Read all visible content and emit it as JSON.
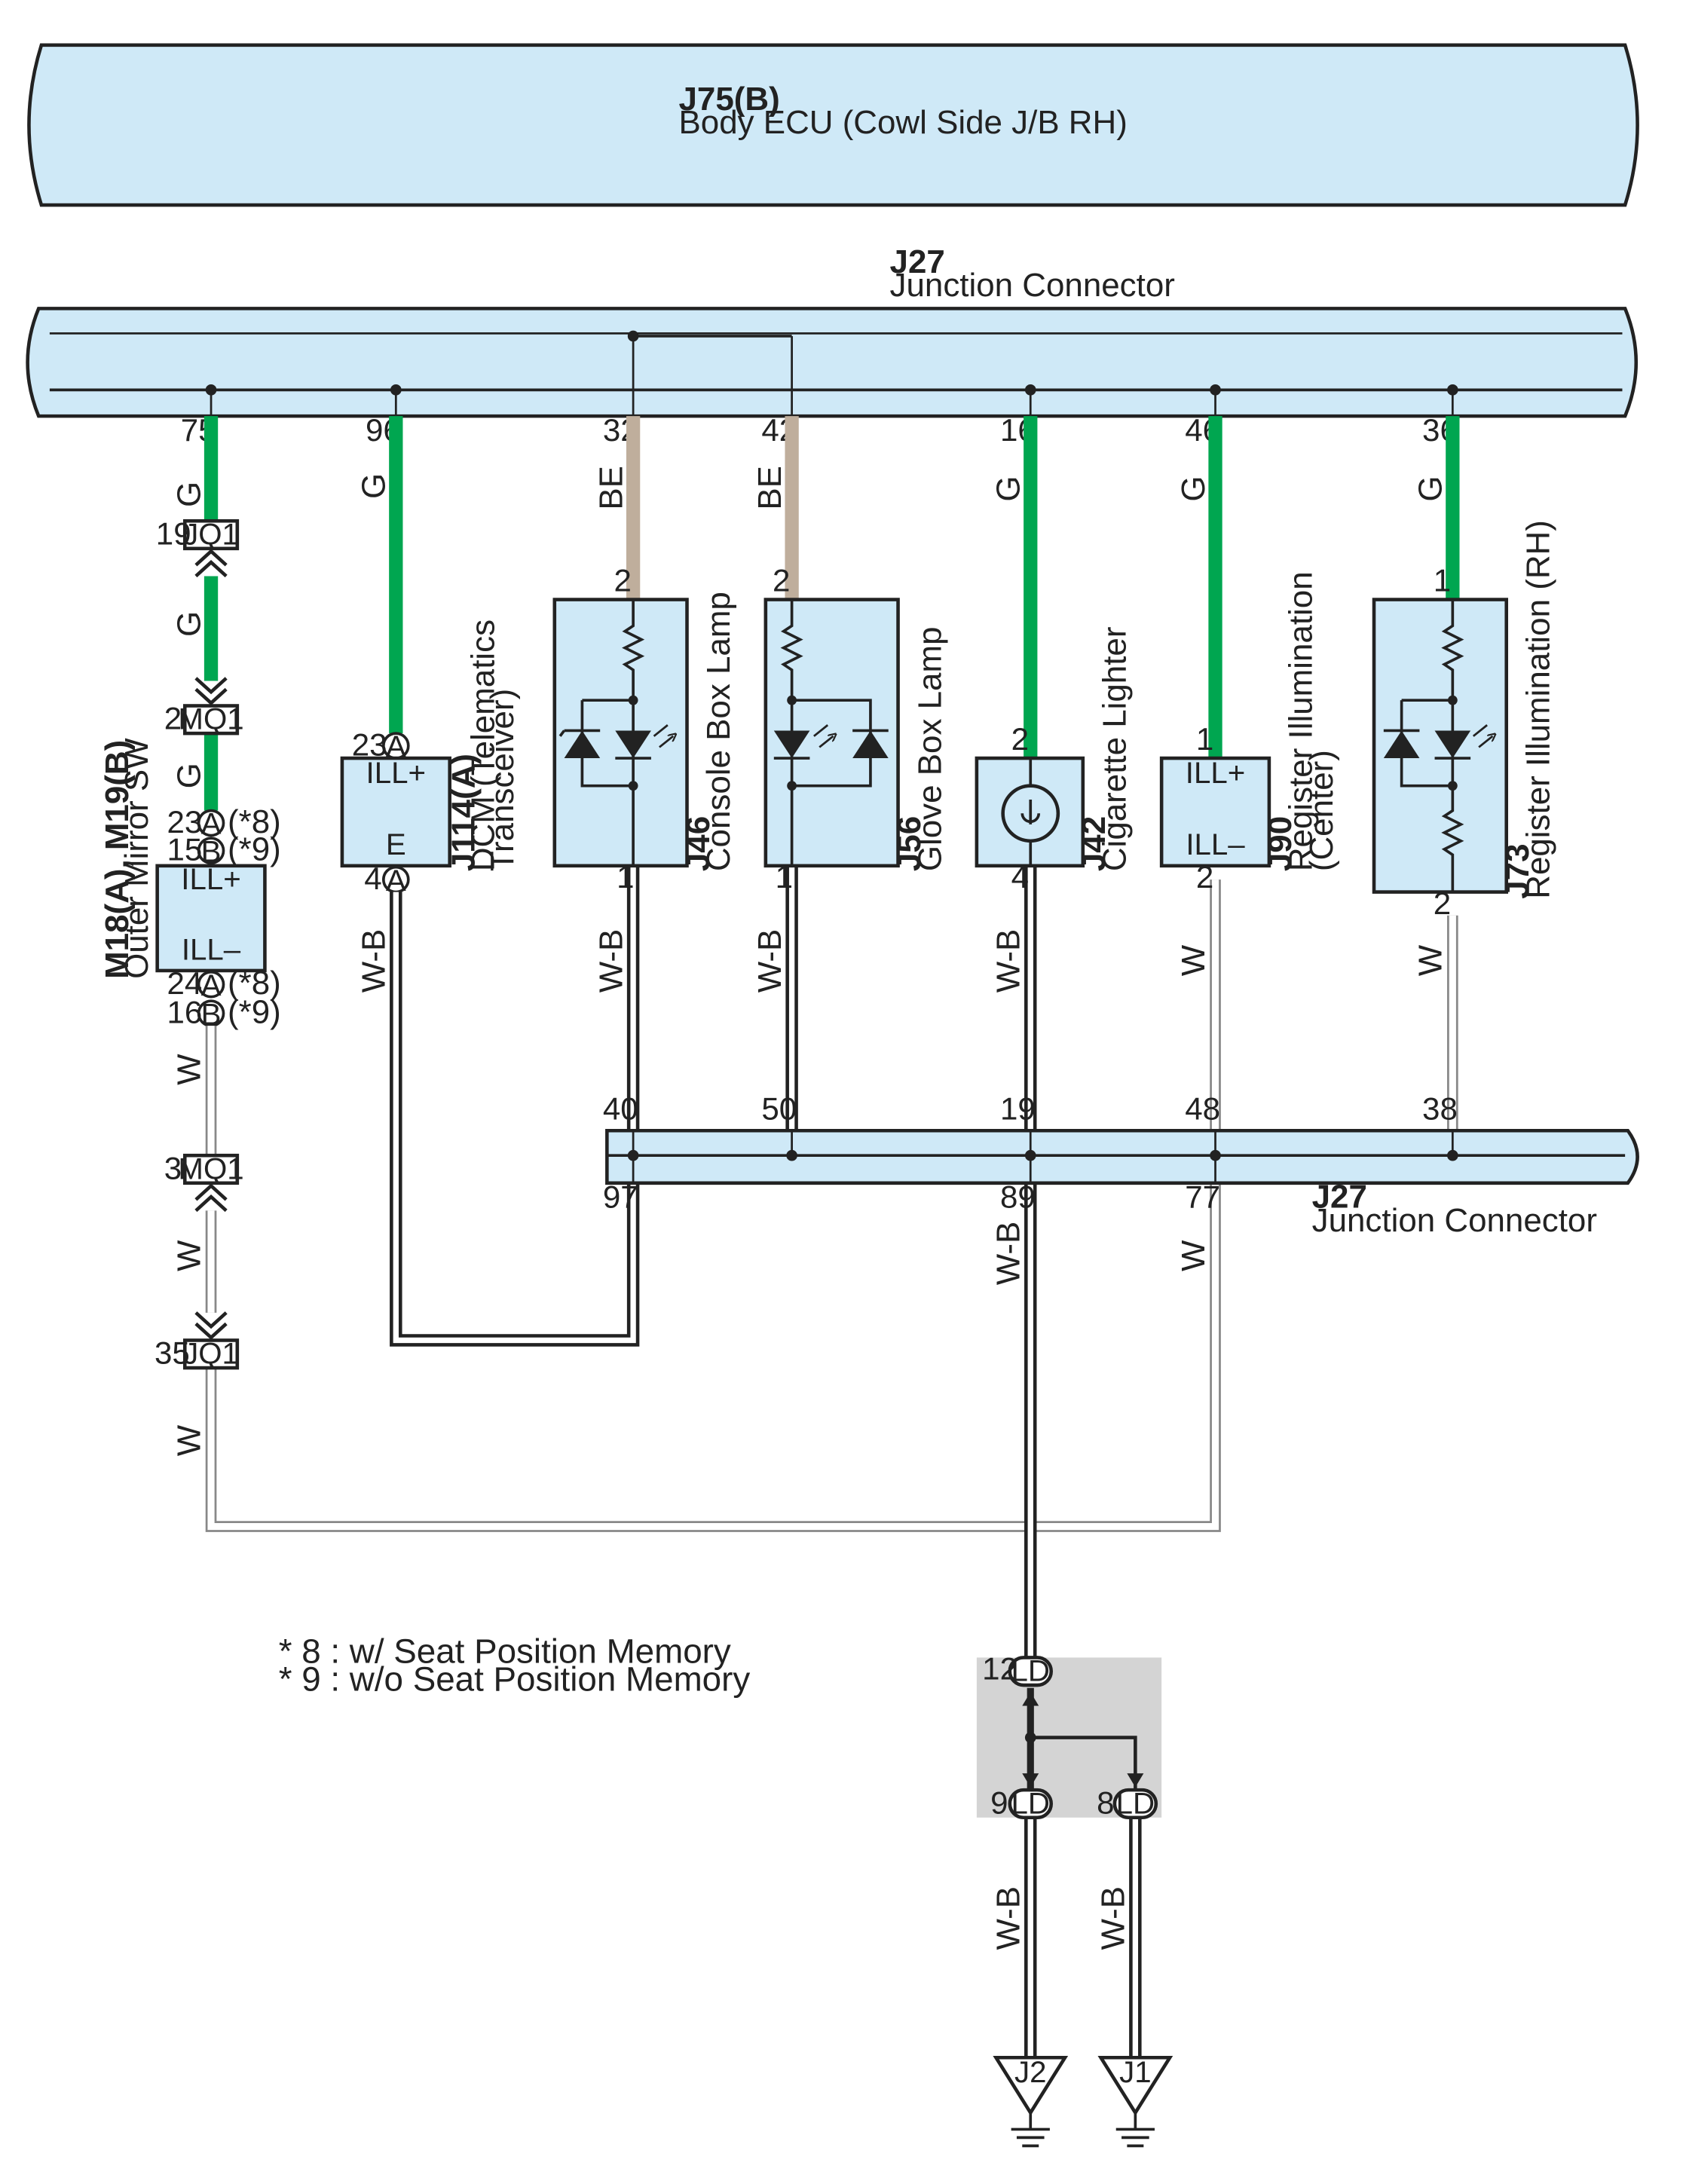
{
  "colors": {
    "connector_fill": "#cfe9f7",
    "wire_green": "#00a650",
    "wire_beige": "#bfae9c",
    "wire_white": "#ffffff",
    "wire_black": "#222222",
    "splice_box": "#d4d4d4"
  },
  "body_ecu": {
    "code": "J75(B)",
    "name": "Body ECU (Cowl Side J/B RH)"
  },
  "jc_top": {
    "code": "J27",
    "name": "Junction Connector"
  },
  "jc_bottom": {
    "code": "J27",
    "name": "Junction Connector"
  },
  "wire_colors": {
    "g": "G",
    "be": "BE",
    "wb": "W-B",
    "w": "W"
  },
  "pins": {
    "p75": "75",
    "p96": "96",
    "p32": "32",
    "p42": "42",
    "p16": "16",
    "p46": "46",
    "p36": "36",
    "p19": "19",
    "p2": "2",
    "p23": "23",
    "p15": "15",
    "p24": "24",
    "p16b": "16",
    "p3": "3",
    "p35": "35",
    "p4": "4",
    "p1": "1",
    "p40": "40",
    "p50": "50",
    "p48": "48",
    "p38": "38",
    "p97": "97",
    "p89": "89",
    "p77": "77",
    "p12": "12",
    "p9": "9",
    "p8": "8"
  },
  "junctions": {
    "jq1": "JQ1",
    "mq1": "MQ1",
    "ld": "LD"
  },
  "circle_letters": {
    "a": "A",
    "b": "B"
  },
  "marks": {
    "m8": "(*8)",
    "m9": "(*9)"
  },
  "terminals": {
    "ill_plus": "ILL+",
    "ill_minus": "ILL–",
    "e": "E"
  },
  "components": {
    "mirror": {
      "code": "M18(A), M19(B)",
      "name": "Outer Mirror SW"
    },
    "dcm": {
      "code": "J114(A)",
      "name1": "DCM (Telematics",
      "name2": "Transceiver)"
    },
    "console": {
      "code": "J46",
      "name": "Console Box Lamp"
    },
    "glove": {
      "code": "J56",
      "name": "Glove Box Lamp"
    },
    "lighter": {
      "code": "J42",
      "name": "Cigarette Lighter"
    },
    "regc": {
      "code": "J90",
      "name1": "Register Illumination",
      "name2": "(Center)"
    },
    "regrh": {
      "code": "J73",
      "name": "Register Illumination (RH)"
    }
  },
  "grounds": {
    "j2": "J2",
    "j1": "J1"
  },
  "notes": [
    "* 8 : w/ Seat Position Memory",
    "* 9 : w/o Seat Position Memory"
  ]
}
